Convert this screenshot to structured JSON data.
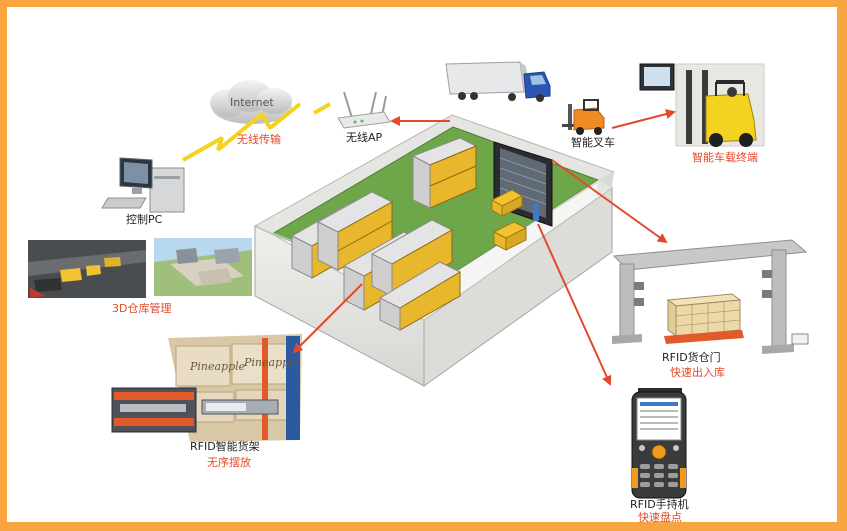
{
  "colors": {
    "frame": "#f7a441",
    "accent_red": "#e2492a",
    "arrow_red": "#e34a2b",
    "lightning": "#f5d21e",
    "floor_green": "#6ea64a",
    "box_yellow": "#f2c230"
  },
  "internet": {
    "label": "Internet",
    "icon": "cloud-icon"
  },
  "wireless": {
    "label": "无线传输",
    "icon": "lightning-icon"
  },
  "ap": {
    "label": "无线AP",
    "icon": "router-icon"
  },
  "pc": {
    "label": "控制PC",
    "icon": "desktop-pc-icon"
  },
  "warehouse3d": {
    "label": "3D仓库管理"
  },
  "forklift": {
    "label": "智能叉车",
    "icon": "forklift-icon"
  },
  "forklift_terminal": {
    "label": "智能车载终端"
  },
  "gate": {
    "label": "RFID货仓门",
    "sublabel": "快速出入库"
  },
  "shelf": {
    "label": "RFID智能货架",
    "sublabel": "无序摆放"
  },
  "handheld": {
    "label": "RFID手持机",
    "sublabel": "快速盘点"
  },
  "photo_texts": {
    "pineapple": "Pineapple"
  }
}
